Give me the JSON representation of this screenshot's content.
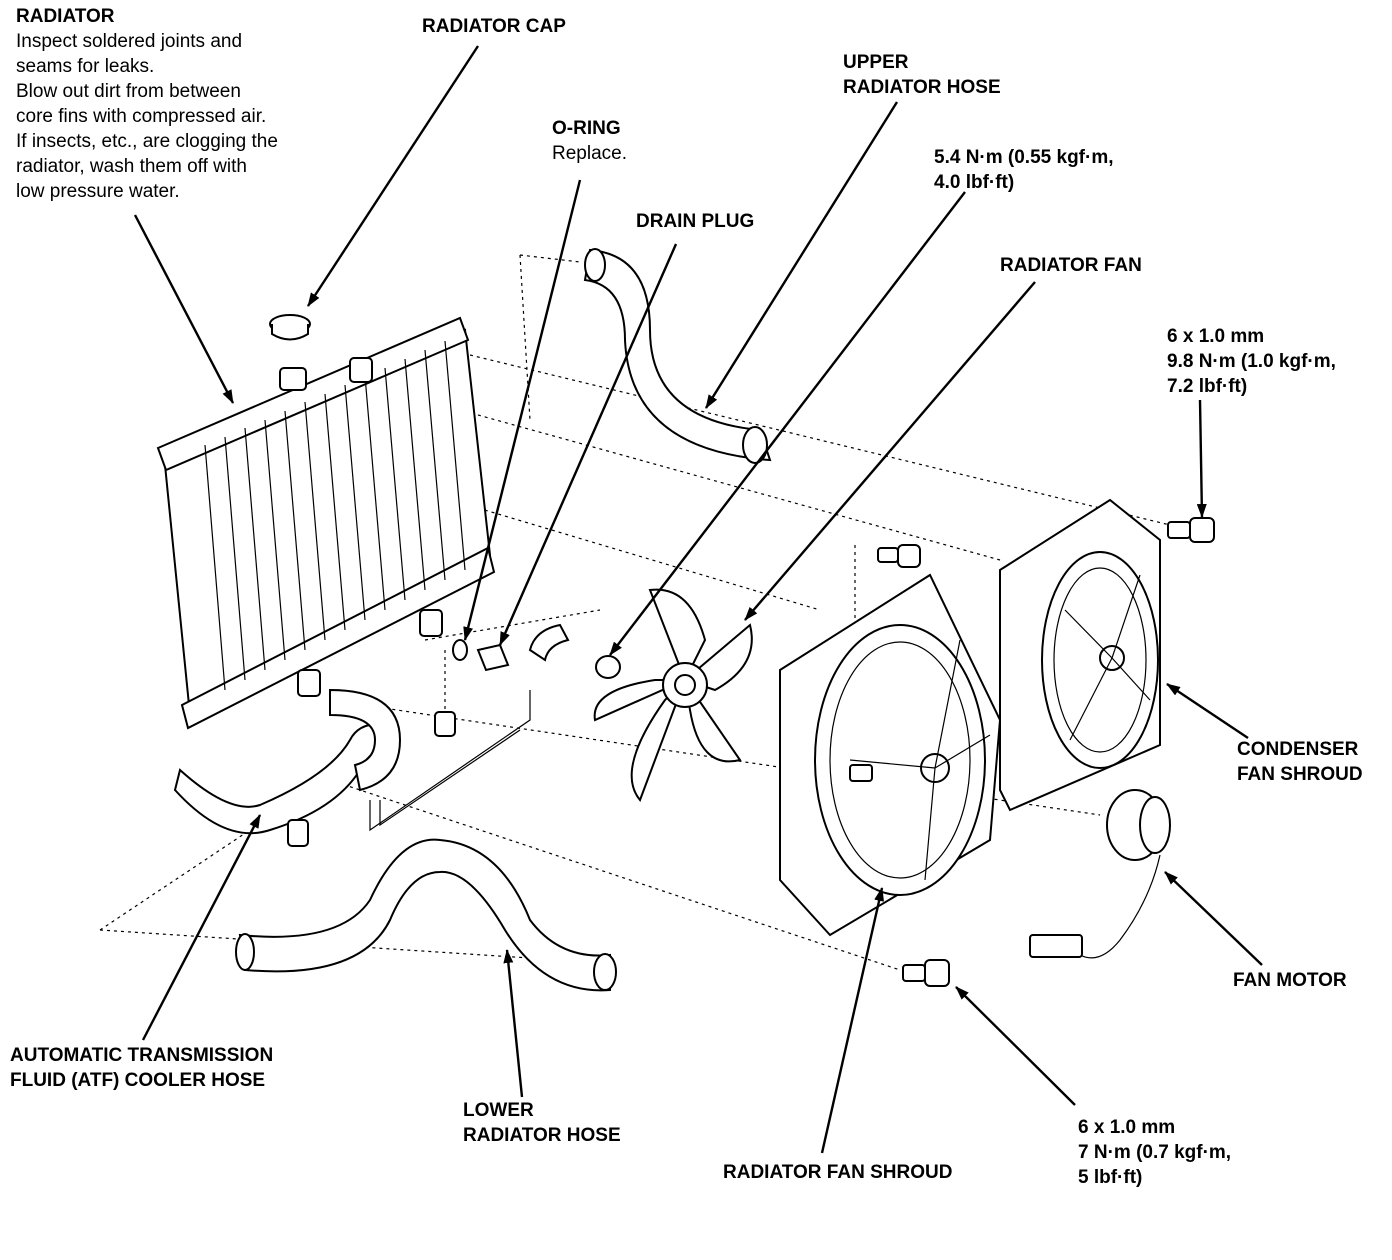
{
  "labels": {
    "radiator": {
      "title": "RADIATOR",
      "notes": [
        "Inspect soldered joints and",
        "seams for leaks.",
        "Blow out dirt from between",
        "core fins with compressed air.",
        "If insects, etc., are clogging the",
        "radiator, wash them off with",
        "low pressure water."
      ]
    },
    "radiator_cap": "RADIATOR CAP",
    "o_ring": {
      "title": "O-RING",
      "note": "Replace."
    },
    "drain_plug": "DRAIN PLUG",
    "upper_hose": [
      "UPPER",
      "RADIATOR HOSE"
    ],
    "torque_top": [
      "5.4 N·m (0.55 kgf·m,",
      "4.0 lbf·ft)"
    ],
    "radiator_fan": "RADIATOR FAN",
    "bolt_top": [
      "6 x 1.0 mm",
      "9.8 N·m (1.0 kgf·m,",
      "7.2 lbf·ft)"
    ],
    "condenser_shroud": [
      "CONDENSER",
      "FAN SHROUD"
    ],
    "fan_motor": "FAN MOTOR",
    "bolt_bottom": [
      "6 x 1.0 mm",
      "7 N·m (0.7 kgf·m,",
      "5 lbf·ft)"
    ],
    "fan_shroud": "RADIATOR FAN SHROUD",
    "lower_hose": [
      "LOWER",
      "RADIATOR HOSE"
    ],
    "atf_hose": [
      "AUTOMATIC TRANSMISSION",
      "FLUID (ATF) COOLER HOSE"
    ]
  }
}
